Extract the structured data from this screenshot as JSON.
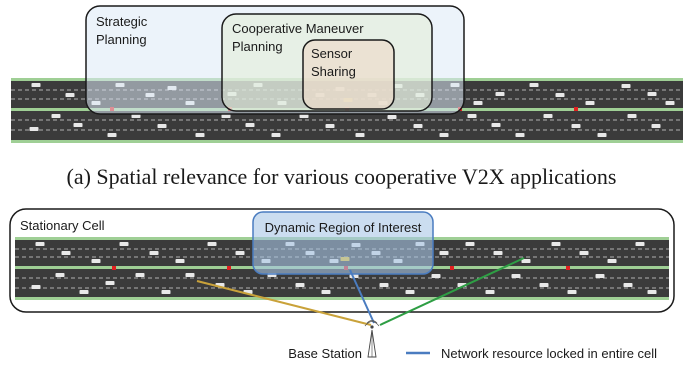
{
  "panel_a": {
    "regions": {
      "strategic": {
        "line1": "Strategic",
        "line2": "Planning",
        "fill": "#dde9f6"
      },
      "cooperative": {
        "line1": "Cooperative Maneuver",
        "line2": "Planning",
        "fill": "#e4efd9"
      },
      "sensor": {
        "line1": "Sensor",
        "line2": "Sharing",
        "fill": "#ecdccb"
      }
    },
    "caption": "(a) Spatial relevance for various cooperative V2X applications"
  },
  "panel_b": {
    "cell_label": "Stationary Cell",
    "roi_label": "Dynamic Region of Interest",
    "roi_fill": "#a9c6e6",
    "base_station_label": "Base Station",
    "legend_text": "Network resource locked in entire cell",
    "link_colors": {
      "gold": "#c9a23a",
      "blue": "#4a7cc0",
      "green": "#2e9e44"
    }
  },
  "colors": {
    "road": "#3b3b3b",
    "road_edge": "#9fcf95",
    "vehicle": "#e8e8e8",
    "ego_vehicle": "#f0c419",
    "rsu_marker": "#e02020"
  }
}
